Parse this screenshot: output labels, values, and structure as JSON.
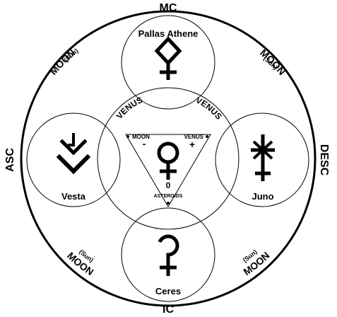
{
  "cardinals": {
    "top": "MC",
    "bottom": "IC",
    "left": "ASC",
    "right": "DESC"
  },
  "quadrants": {
    "upper_left": {
      "main": "MOON",
      "sub": "(Sun)"
    },
    "upper_right": {
      "main": "MOON",
      "sub": "(Sun)"
    },
    "lower_left": {
      "main": "MOON",
      "sub": "(Sun)"
    },
    "lower_right": {
      "main": "MOON",
      "sub": "(Sun)"
    }
  },
  "circles": {
    "top": {
      "name": "Pallas Athene",
      "icon": "pallas-symbol"
    },
    "left": {
      "name": "Vesta",
      "icon": "vesta-symbol"
    },
    "right": {
      "name": "Juno",
      "icon": "juno-symbol"
    },
    "bottom": {
      "name": "Ceres",
      "icon": "ceres-symbol"
    },
    "center": {
      "icon": "venus-symbol"
    }
  },
  "venus_labels": {
    "left": "VENUS",
    "right": "VENUS"
  },
  "triangle": {
    "left_label": "MOON",
    "right_label": "VENUS",
    "minus": "-",
    "plus": "+",
    "zero": "0",
    "bottom_label": "ASTEROIDS"
  },
  "colors": {
    "ink": "#000000",
    "background": "#ffffff"
  }
}
